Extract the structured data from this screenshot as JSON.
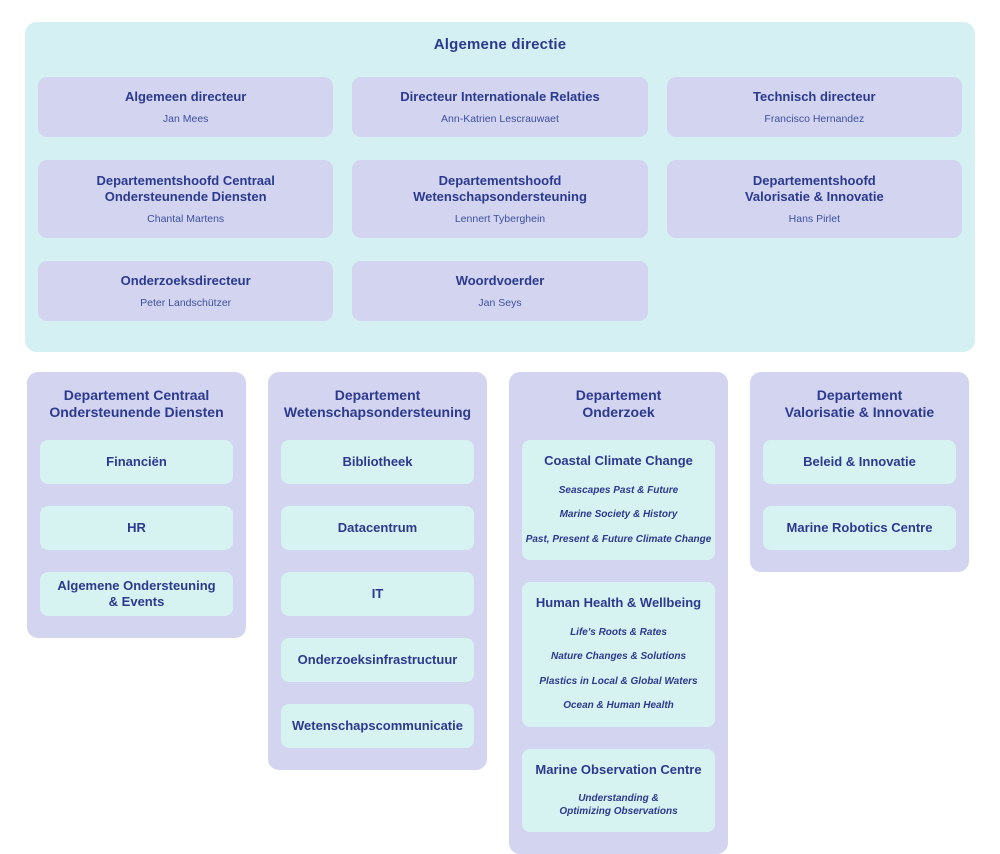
{
  "colors": {
    "page_background": "#ffffff",
    "teal_panel": "#d4f0f2",
    "lavender_panel": "#d3d4ef",
    "teal_unit": "#d6f3f1",
    "heading_text": "#2b3a8f",
    "name_text": "#3e51a1"
  },
  "directie": {
    "title": "Algemene directie",
    "members": [
      {
        "role": "Algemeen directeur",
        "name": "Jan Mees"
      },
      {
        "role": "Directeur Internationale Relaties",
        "name": "Ann-Katrien Lescrauwaet"
      },
      {
        "role": "Technisch directeur",
        "name": "Francisco Hernandez"
      },
      {
        "role": "Departementshoofd Centraal\nOndersteunende Diensten",
        "name": "Chantal Martens"
      },
      {
        "role": "Departementshoofd\nWetenschapsondersteuning",
        "name": "Lennert Tyberghein"
      },
      {
        "role": "Departementshoofd\nValorisatie & Innovatie",
        "name": "Hans Pirlet"
      },
      {
        "role": "Onderzoeksdirecteur",
        "name": "Peter Landschützer"
      },
      {
        "role": "Woordvoerder",
        "name": "Jan Seys"
      }
    ]
  },
  "departments": [
    {
      "title": "Departement Centraal\nOndersteunende Diensten",
      "units": [
        {
          "label": "Financiën"
        },
        {
          "label": "HR"
        },
        {
          "label": "Algemene Ondersteuning\n& Events"
        }
      ]
    },
    {
      "title": "Departement\nWetenschapsondersteuning",
      "units": [
        {
          "label": "Bibliotheek"
        },
        {
          "label": "Datacentrum"
        },
        {
          "label": "IT"
        },
        {
          "label": "Onderzoeksinfrastructuur"
        },
        {
          "label": "Wetenschapscommunicatie"
        }
      ]
    },
    {
      "title": "Departement\nOnderzoek",
      "units": [
        {
          "label": "Coastal Climate Change",
          "items": [
            "Seascapes Past & Future",
            "Marine Society & History",
            "Past, Present & Future Climate Change"
          ]
        },
        {
          "label": "Human Health & Wellbeing",
          "items": [
            "Life's Roots & Rates",
            "Nature Changes & Solutions",
            "Plastics in Local & Global Waters",
            "Ocean & Human Health"
          ]
        },
        {
          "label": "Marine Observation Centre",
          "items": [
            "Understanding &\nOptimizing Observations"
          ]
        }
      ]
    },
    {
      "title": "Departement\nValorisatie & Innovatie",
      "units": [
        {
          "label": "Beleid & Innovatie"
        },
        {
          "label": "Marine Robotics Centre"
        }
      ]
    }
  ]
}
